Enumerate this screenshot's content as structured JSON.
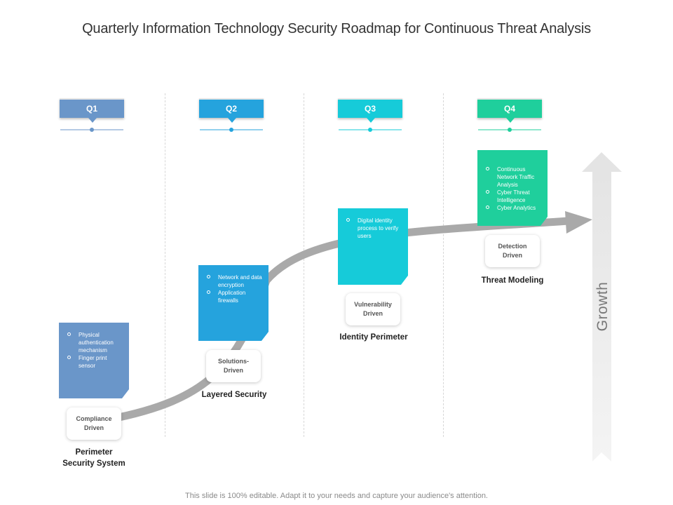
{
  "title": "Quarterly Information Technology Security Roadmap for Continuous Threat Analysis",
  "footer": "This slide is 100% editable. Adapt it to your needs and capture your audience's attention.",
  "growth_label": "Growth",
  "colors": {
    "q1": "#6a96c9",
    "q2": "#25a3dd",
    "q3": "#16cbd9",
    "q4": "#1fcf9c"
  },
  "quarters": [
    {
      "label": "Q1",
      "bullets": [
        "Physical authentication mechanism",
        "Finger print sensor"
      ],
      "stage": "Compliance Driven",
      "caption": "Perimeter Security System"
    },
    {
      "label": "Q2",
      "bullets": [
        "Network and data encryption",
        "Application firewalls"
      ],
      "stage": "Solutions-Driven",
      "caption": "Layered Security"
    },
    {
      "label": "Q3",
      "bullets": [
        "Digital identity process to verify users"
      ],
      "stage": "Vulnerability Driven",
      "caption": "Identity Perimeter"
    },
    {
      "label": "Q4",
      "bullets": [
        "Continuous Network Traffic Analysis",
        "Cyber Threat Intelligence",
        "Cyber Analytics"
      ],
      "stage": "Detection Driven",
      "caption": "Threat Modeling"
    }
  ]
}
